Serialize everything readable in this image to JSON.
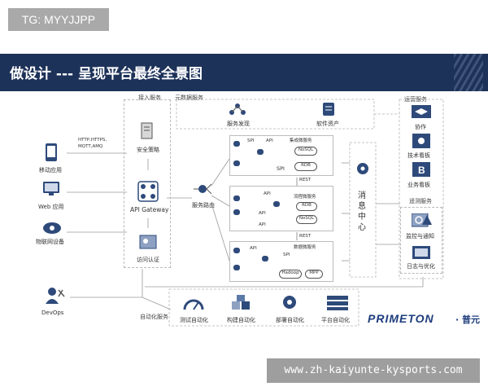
{
  "tag": "TG: MYYJJPP",
  "title": "做设计 --- 呈现平台最终全景图",
  "sections": {
    "access": "接入服务",
    "metadata": "元数据服务",
    "operations": "运营服务",
    "telemetry": "遥测服务",
    "automation": "自动化服务"
  },
  "clients": {
    "mobile": "移动应用",
    "web": "Web 应用",
    "iot": "物联网设备",
    "devops": "DevOps",
    "protocols": "HTTP,HTTPS,\nMQTT,AMQ"
  },
  "access": {
    "security": "安全策略",
    "gateway": "API Gateway",
    "auth": "访问认证"
  },
  "metadata": {
    "discovery": "服务发现",
    "assets": "软件资产"
  },
  "routing": "服务路由",
  "microservices": {
    "integration": {
      "title": "集成微服务",
      "spi": "SPI",
      "api": "API",
      "db1": "NoSQL",
      "db2": "RDB",
      "spi_label": "SPI",
      "rest": "REST"
    },
    "flow": {
      "title": "流程微服务",
      "api1": "API",
      "api2": "API",
      "api3": "API",
      "db1": "RDB",
      "db2": "NoSQL",
      "rest": "REST"
    },
    "data": {
      "title": "数据微服务",
      "api": "API",
      "spi": "SPI",
      "db1": "Hadoop",
      "db2": "MPP"
    }
  },
  "messaging": [
    "消",
    "息",
    "中",
    "心"
  ],
  "operations": {
    "collab": "协作",
    "tech": "技术看板",
    "biz": "业务看板"
  },
  "telemetry": {
    "monitor": "监控与通知",
    "logs": "日志与优化"
  },
  "automation": {
    "test": "测试自动化",
    "build": "构建自动化",
    "deploy": "部署自动化",
    "platform": "平台自动化"
  },
  "logo": "PRIMETON",
  "logo_cn": "· 普元",
  "watermark": "www.zh-kaiyunte-kysports.com",
  "colors": {
    "banner": "#1d3259",
    "accent": "#2e4a7a",
    "logo": "#1d3c7c"
  }
}
